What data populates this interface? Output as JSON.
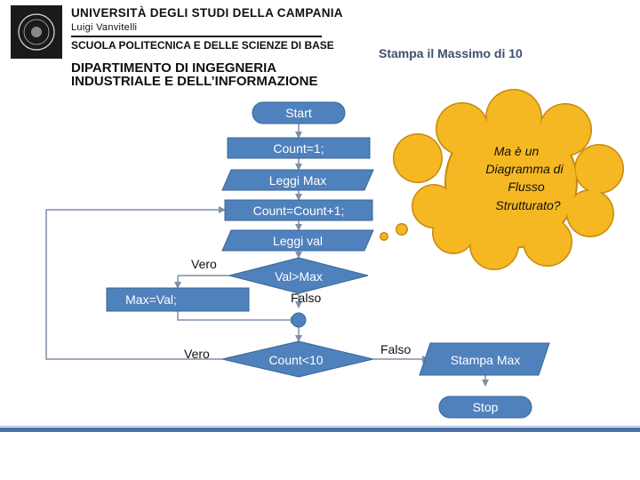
{
  "header": {
    "university": "UNIVERSITÀ DEGLI STUDI DELLA CAMPANIA",
    "university_sub": "Luigi Vanvitelli",
    "school": "SCUOLA POLITECNICA E DELLE SCIENZE DI BASE",
    "department_line1": "DIPARTIMENTO DI INGEGNERIA",
    "department_line2": "INDUSTRIALE E DELL’INFORMAZIONE"
  },
  "slide_title": "Stampa il Massimo di 10",
  "flowchart": {
    "start": "Start",
    "count_init": "Count=1;",
    "read_max": "Leggi Max",
    "count_inc": "Count=Count+1;",
    "read_val": "Leggi val",
    "cond_val_max": "Val>Max",
    "assign_max": "Max=Val;",
    "cond_count": "Count<10",
    "print_max": "Stampa Max",
    "stop": "Stop",
    "label_true_1": "Vero",
    "label_false_1": "Falso",
    "label_true_2": "Vero",
    "label_false_2": "Falso"
  },
  "callout": {
    "line1": "Ma è un",
    "line2": "Diagramma di",
    "line3": "Flusso",
    "line4": "Strutturato?"
  },
  "colors": {
    "node_fill": "#4f81bd",
    "node_stroke": "#3a6596",
    "connector": "#7f8fa6",
    "cloud_fill": "#f5b822",
    "cloud_stroke": "#c58a0e",
    "title": "#3f4f6e"
  }
}
